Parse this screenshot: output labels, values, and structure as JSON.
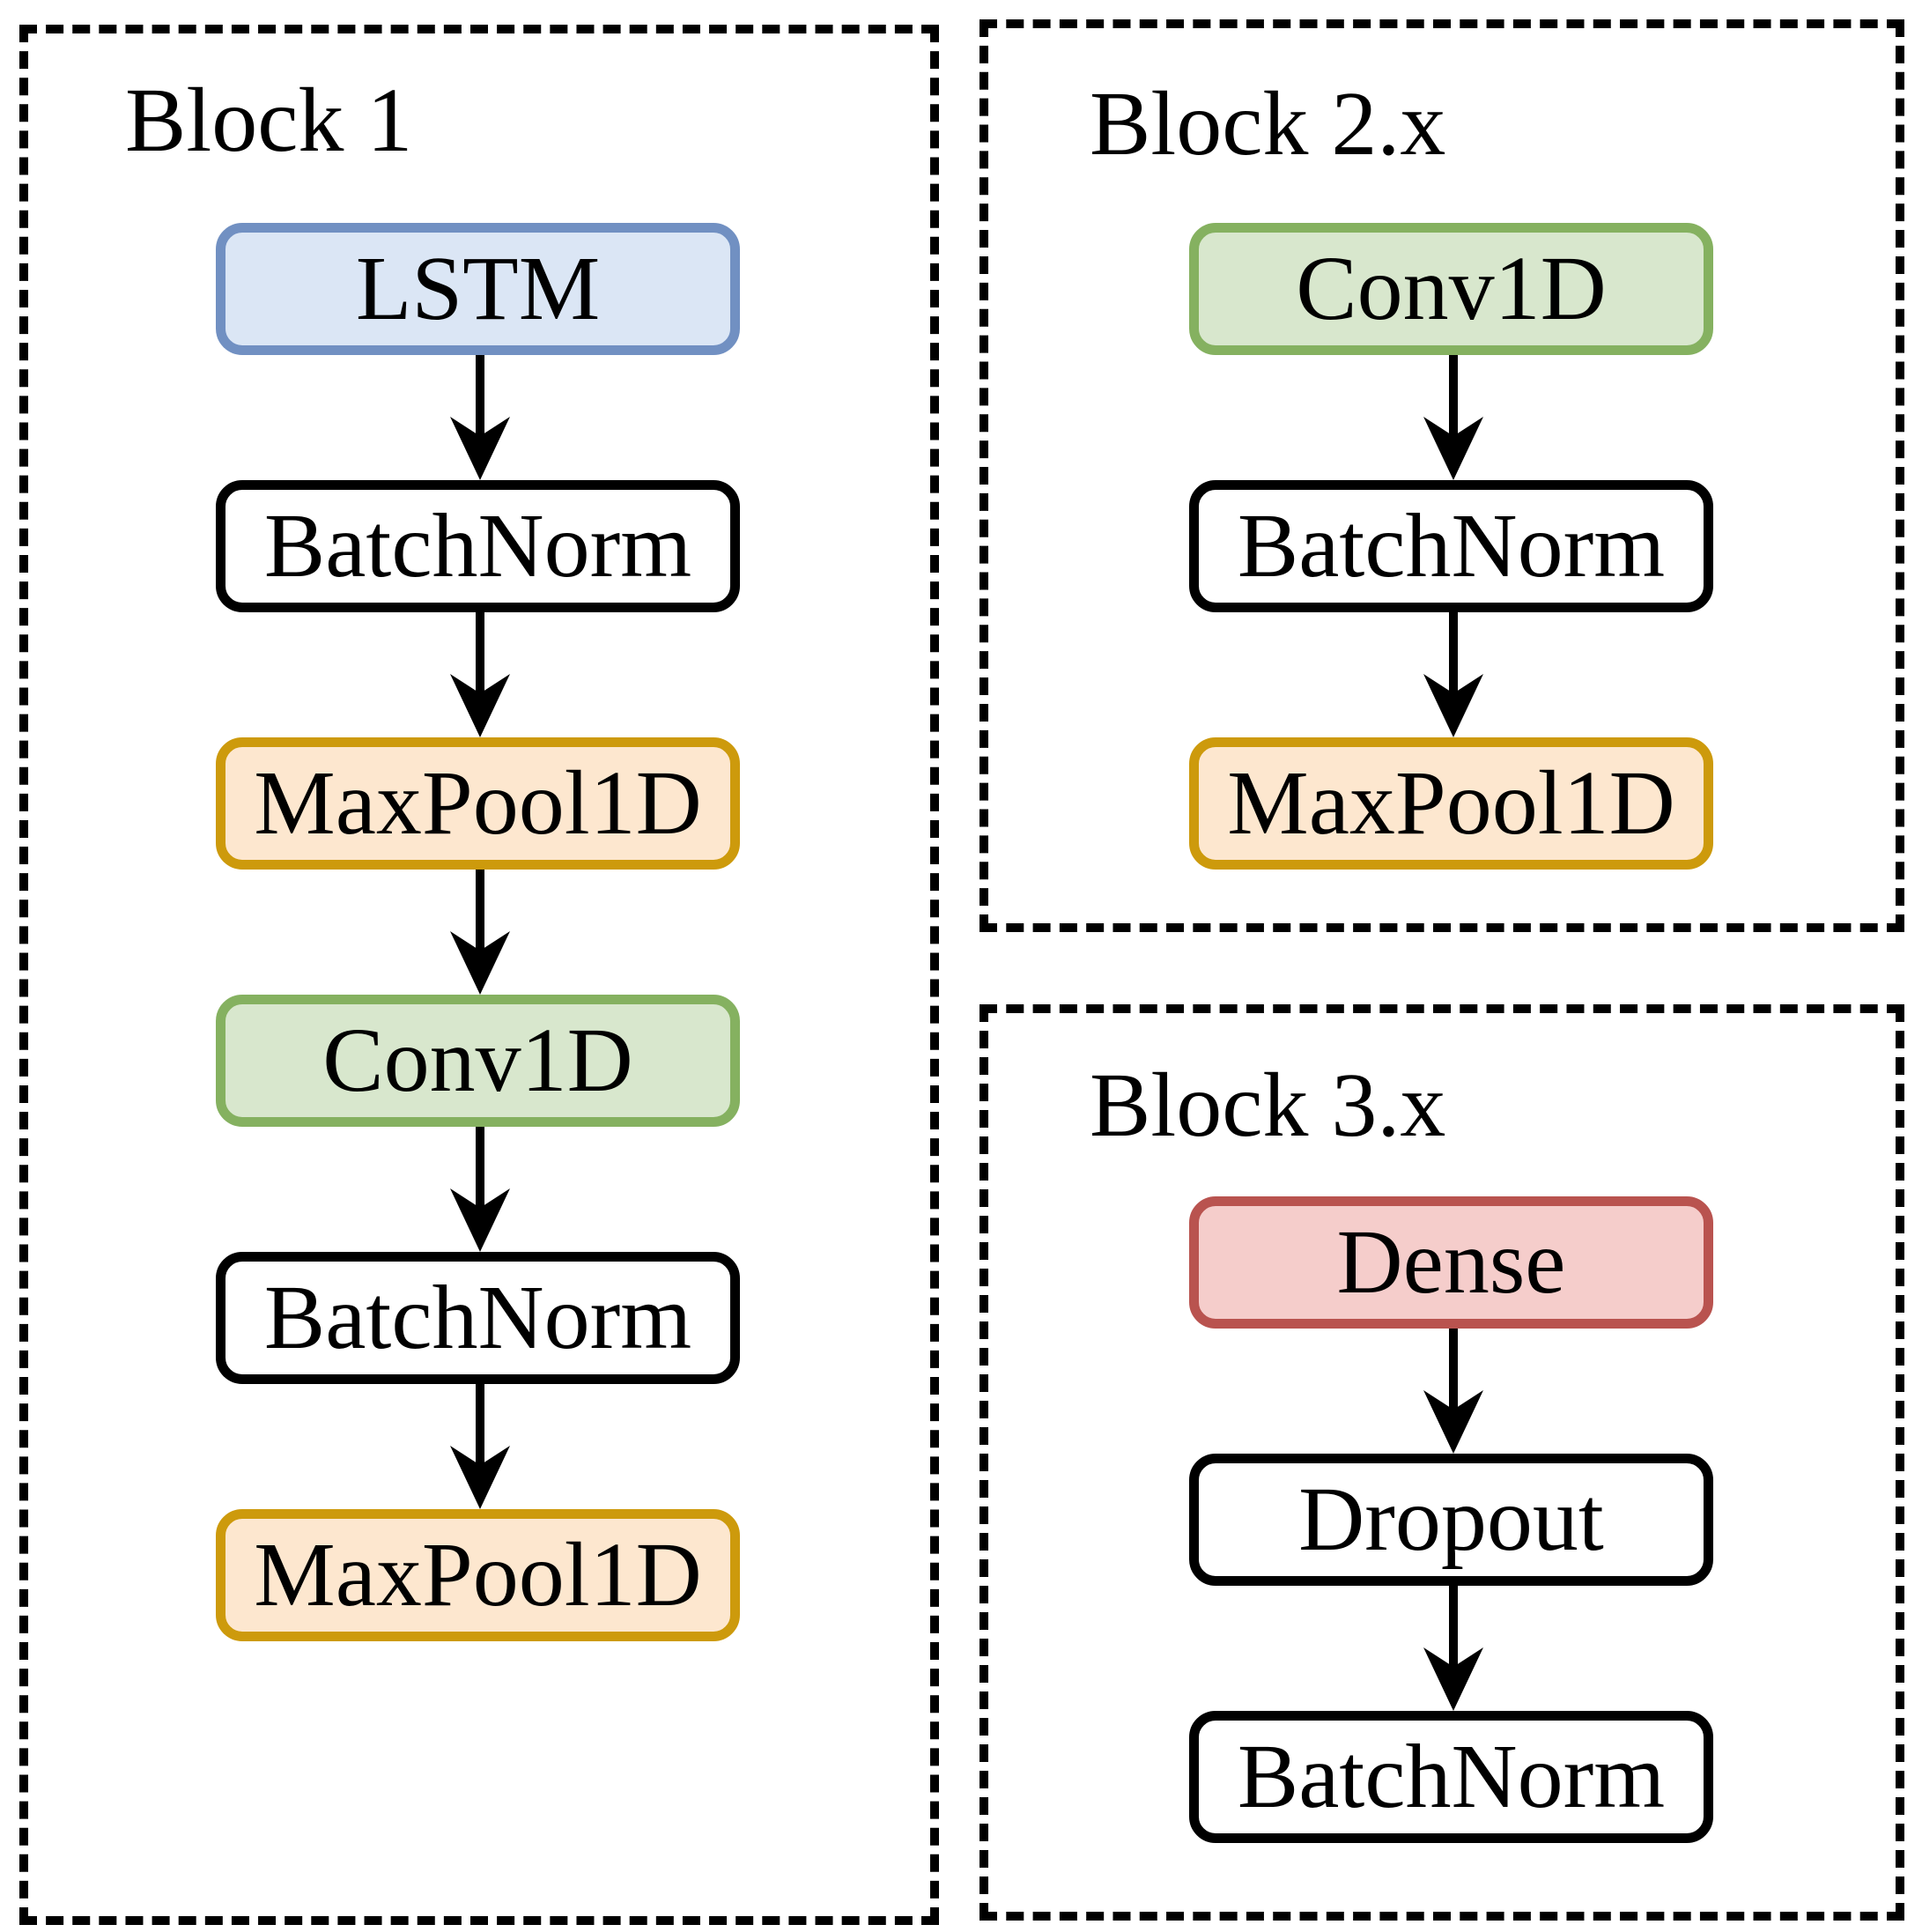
{
  "blocks": [
    {
      "label": "Block 1",
      "nodes": [
        {
          "label": "LSTM",
          "type": "lstm"
        },
        {
          "label": "BatchNorm",
          "type": "plain"
        },
        {
          "label": "MaxPool1D",
          "type": "maxpool"
        },
        {
          "label": "Conv1D",
          "type": "conv"
        },
        {
          "label": "BatchNorm",
          "type": "plain"
        },
        {
          "label": "MaxPool1D",
          "type": "maxpool"
        }
      ]
    },
    {
      "label": "Block 2.x",
      "nodes": [
        {
          "label": "Conv1D",
          "type": "conv"
        },
        {
          "label": "BatchNorm",
          "type": "plain"
        },
        {
          "label": "MaxPool1D",
          "type": "maxpool"
        }
      ]
    },
    {
      "label": "Block 3.x",
      "nodes": [
        {
          "label": "Dense",
          "type": "dense"
        },
        {
          "label": "Dropout",
          "type": "plain"
        },
        {
          "label": "BatchNorm",
          "type": "plain"
        }
      ]
    }
  ],
  "colors": {
    "lstm": {
      "fill": "#dbe6f5",
      "border": "#7190c2"
    },
    "conv": {
      "fill": "#d8e7cd",
      "border": "#85b160"
    },
    "maxpool": {
      "fill": "#fde7cf",
      "border": "#cd9a0c"
    },
    "dense": {
      "fill": "#f5cdcb",
      "border": "#b9534f"
    },
    "plain": {
      "fill": "#ffffff",
      "border": "#000000"
    },
    "outline": "#000000",
    "arrow": "#000000"
  }
}
